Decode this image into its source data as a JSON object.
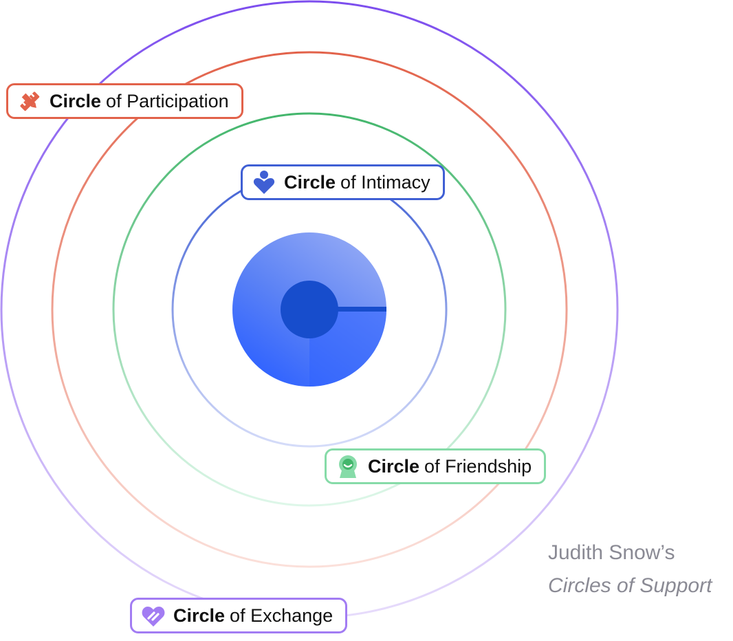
{
  "rings": [
    {
      "name": "Circle of Exchange",
      "color_top": "#7c4dee",
      "color_bottom": "#e7dcfb"
    },
    {
      "name": "Circle of Participation",
      "color_top": "#e2624a",
      "color_bottom": "#fbe0da"
    },
    {
      "name": "Circle of Friendship",
      "color_top": "#43b66c",
      "color_bottom": "#def7e9"
    },
    {
      "name": "Circle of Intimacy",
      "color_top": "#3f5fd4",
      "color_bottom": "#d5dcf9"
    }
  ],
  "center": {
    "outer_color_light": "#93a9f5",
    "outer_color_mid": "#5b82f5",
    "outer_color_deep": "#2f62ff",
    "core_color": "#174dcc"
  },
  "labels": {
    "participation": {
      "bold": "Circle",
      "rest": " of Participation",
      "icon": "ruler-pencil-icon",
      "color": "#e2624a"
    },
    "intimacy": {
      "bold": "Circle",
      "rest": " of Intimacy",
      "icon": "person-heart-icon",
      "color": "#3f5fd4"
    },
    "friendship": {
      "bold": "Circle",
      "rest": " of Friendship",
      "icon": "smiling-person-icon",
      "color": "#86dba8"
    },
    "exchange": {
      "bold": "Circle",
      "rest": " of Exchange",
      "icon": "heart-link-icon",
      "color": "#a27cf3"
    }
  },
  "caption": {
    "line1": "Judith Snow’s",
    "line2": "Circles of Support"
  }
}
